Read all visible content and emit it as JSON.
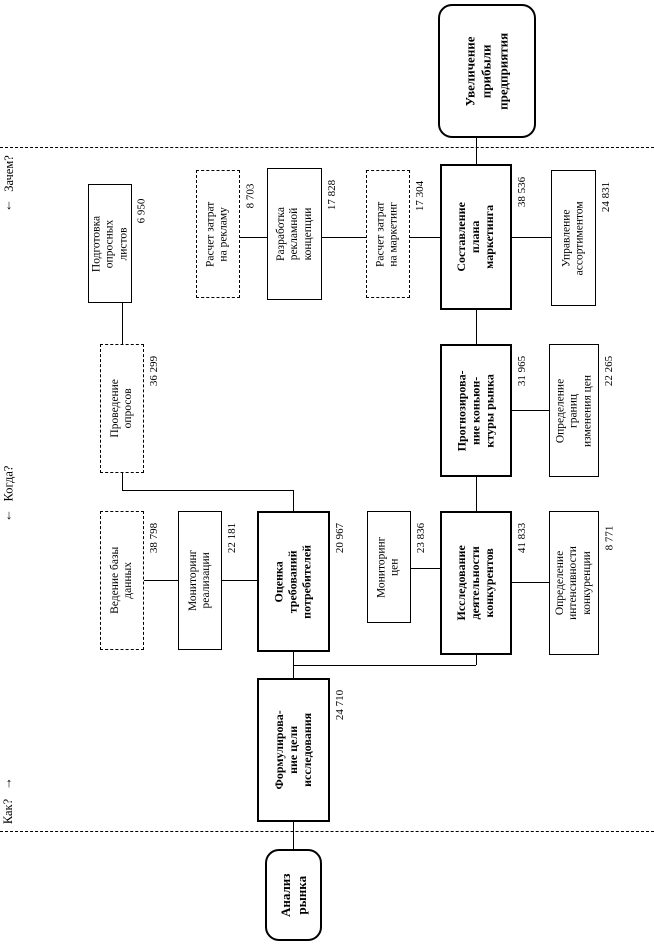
{
  "diagram": {
    "sections": {
      "zachem": "Зачем?",
      "kogda": "Когда?",
      "kak": "Как?"
    },
    "arrows": {
      "down": "↓",
      "up": "↑"
    },
    "nodes": {
      "goal": {
        "label": "Увеличение\nприбыли\nпредприятия"
      },
      "plan": {
        "label": "Составление\nплана\nмаркетинга",
        "value": "38 536"
      },
      "assortment": {
        "label": "Управление\nассортиментом",
        "value": "24 831"
      },
      "mkt_cost": {
        "label": "Расчет затрат\nна маркетинг",
        "value": "17 304"
      },
      "concept": {
        "label": "Разработка\nрекламной\nконцепции",
        "value": "17 828"
      },
      "adv_cost": {
        "label": "Расчет затрат\nна рекламу",
        "value": "8 703"
      },
      "questionnaires": {
        "label": "Подготовка\nопросных\nлистов",
        "value": "6 950"
      },
      "surveys": {
        "label": "Проведение\nопросов",
        "value": "36 299"
      },
      "forecast": {
        "label": "Прогнозирова-\nние коньюн-\nктуры рынка",
        "value": "31 965"
      },
      "price_bounds": {
        "label": "Определение\nграниц\nизменения цен",
        "value": "22 265"
      },
      "database": {
        "label": "Ведение базы\nданных",
        "value": "38 798"
      },
      "sales_monitoring": {
        "label": "Мониторинг\nреализации",
        "value": "22 181"
      },
      "evaluate": {
        "label": "Оценка\nтребований\nпотребителей",
        "value": "20 967"
      },
      "price_monitoring": {
        "label": "Мониторинг\nцен",
        "value": "23 836"
      },
      "research": {
        "label": "Исследование\nдеятельности\nконкурентов",
        "value": "41 833"
      },
      "intensity": {
        "label": "Определение\nинтенсивности\nконкуренции",
        "value": "8 771"
      },
      "formulate": {
        "label": "Формулирова-\nние цели\nисследования",
        "value": "24 710"
      },
      "analysis": {
        "label": "Анализ\nрынка"
      }
    }
  }
}
